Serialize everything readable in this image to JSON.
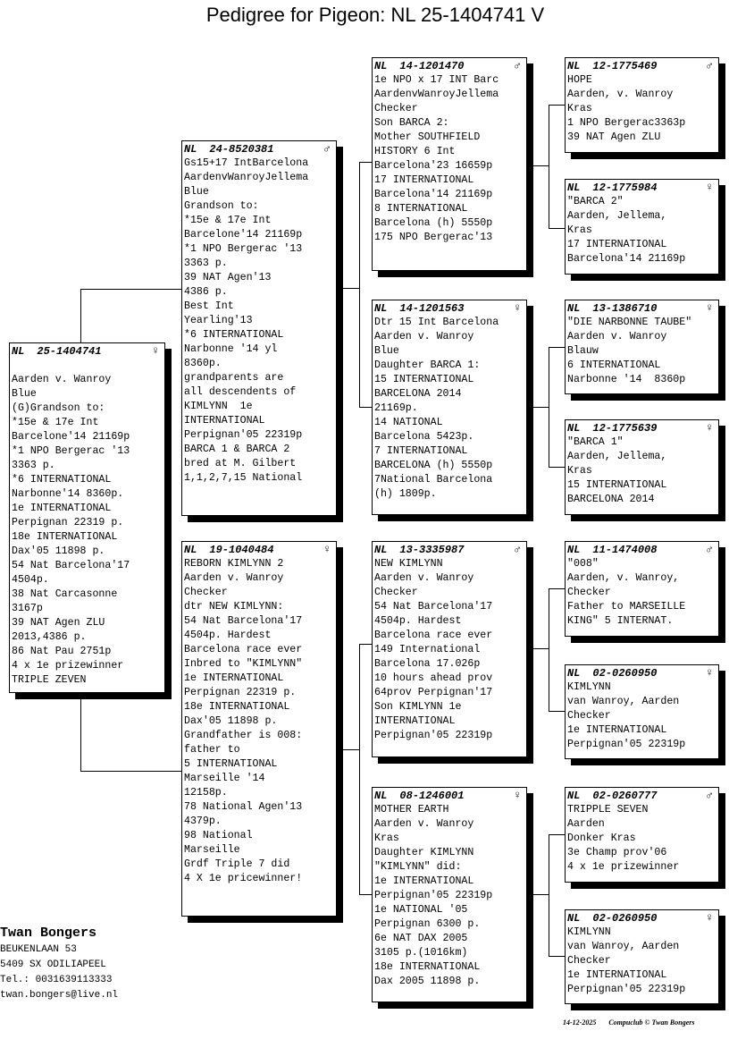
{
  "title": "Pedigree for Pigeon: NL  25-1404741 V",
  "birds": [
    {
      "country": "NL",
      "ring": "25-1404741",
      "sex": "♀",
      "lines": [
        "",
        "Aarden v. Wanroy",
        "Blue",
        "(G)Grandson to:",
        "*15e & 17e Int",
        "Barcelone'14 21169p",
        "*1 NPO Bergerac '13",
        "3363 p.",
        "*6 INTERNATIONAL",
        "Narbonne'14 8360p.",
        "1e INTERNATIONAL",
        "Perpignan 22319 p.",
        "18e INTERNATIONAL",
        "Dax'05 11898 p.",
        "54 Nat Barcelona'17",
        "4504p.",
        "38 Nat Carcasonne",
        "3167p",
        "39 NAT Agen ZLU",
        "2013,4386 p.",
        "86 Nat Pau 2751p",
        "4 x 1e prizewinner",
        "TRIPLE ZEVEN"
      ]
    },
    {
      "country": "NL",
      "ring": "24-8520381",
      "sex": "♂",
      "lines": [
        "Gs15+17 IntBarcelona",
        "AardenvWanroyJellema",
        "Blue",
        "Grandson to:",
        "*15e & 17e Int",
        "Barcelone'14 21169p",
        "*1 NPO Bergerac '13",
        "3363 p.",
        "39 NAT Agen'13",
        "4386 p.",
        "Best Int",
        "Yearling'13",
        "*6 INTERNATIONAL",
        "Narbonne '14 yl",
        "8360p.",
        "grandparents are",
        "all descendents of",
        "KIMLYNN  1e",
        "INTERNATIONAL",
        "Perpignan'05 22319p",
        "BARCA 1 & BARCA 2",
        "bred at M. Gilbert",
        "1,1,2,7,15 National"
      ]
    },
    {
      "country": "NL",
      "ring": "19-1040484",
      "sex": "♀",
      "lines": [
        "REBORN KIMLYNN 2",
        "Aarden v. Wanroy",
        "Checker",
        "dtr NEW KIMLYNN:",
        "54 Nat Barcelona'17",
        "4504p. Hardest",
        "Barcelona race ever",
        "Inbred to \"KIMLYNN\"",
        "1e INTERNATIONAL",
        "Perpignan 22319 p.",
        "18e INTERNATIONAL",
        "Dax'05 11898 p.",
        "Grandfather is 008:",
        "father to",
        "5 INTERNATIONAL",
        "Marseille '14",
        "12158p.",
        "78 National Agen'13",
        "4379p.",
        "98 National",
        "Marseille",
        "Grdf Triple 7 did",
        "4 X 1e pricewinner!"
      ]
    },
    {
      "country": "NL",
      "ring": "14-1201470",
      "sex": "♂",
      "lines": [
        "1e NPO x 17 INT Barc",
        "AardenvWanroyJellema",
        "Checker",
        "Son BARCA 2:",
        "Mother SOUTHFIELD",
        "HISTORY 6 Int",
        "Barcelona'23 16659p",
        "17 INTERNATIONAL",
        "Barcelona'14 21169p",
        "8 INTERNATIONAL",
        "Barcelona (h) 5550p",
        "175 NPO Bergerac'13"
      ]
    },
    {
      "country": "NL",
      "ring": "14-1201563",
      "sex": "♀",
      "lines": [
        "Dtr 15 Int Barcelona",
        "Aarden v. Wanroy",
        "Blue",
        "Daughter BARCA 1:",
        "15 INTERNATIONAL",
        "BARCELONA 2014",
        "21169p.",
        "14 NATIONAL",
        "Barcelona 5423p.",
        "7 INTERNATIONAL",
        "BARCELONA (h) 5550p",
        "7National Barcelona",
        "(h) 1809p."
      ]
    },
    {
      "country": "NL",
      "ring": "13-3335987",
      "sex": "♂",
      "lines": [
        "NEW KIMLYNN",
        "Aarden v. Wanroy",
        "Checker",
        "54 Nat Barcelona'17",
        "4504p. Hardest",
        "Barcelona race ever",
        "149 International",
        "Barcelona 17.026p",
        "10 hours ahead prov",
        "64prov Perpignan'17",
        "Son KIMLYNN 1e",
        "INTERNATIONAL",
        "Perpignan'05 22319p"
      ]
    },
    {
      "country": "NL",
      "ring": "08-1246001",
      "sex": "♀",
      "lines": [
        "MOTHER EARTH",
        "Aarden v. Wanroy",
        "Kras",
        "Daughter KIMLYNN",
        "\"KIMLYNN\" did:",
        "1e INTERNATIONAL",
        "Perpignan'05 22319p",
        "1e NATIONAL '05",
        "Perpignan 6300 p.",
        "6e NAT DAX 2005",
        "3105 p.(1016km)",
        "18e INTERNATIONAL",
        "Dax 2005 11898 p."
      ]
    },
    {
      "country": "NL",
      "ring": "12-1775469",
      "sex": "♂",
      "lines": [
        "HOPE",
        "Aarden, v. Wanroy",
        "Kras",
        "1 NPO Bergerac3363p",
        "39 NAT Agen ZLU"
      ]
    },
    {
      "country": "NL",
      "ring": "12-1775984",
      "sex": "♀",
      "lines": [
        "\"BARCA 2\"",
        "Aarden, Jellema,",
        "Kras",
        "17 INTERNATIONAL",
        "Barcelona'14 21169p"
      ]
    },
    {
      "country": "NL",
      "ring": "13-1386710",
      "sex": "♀",
      "lines": [
        "\"DIE NARBONNE TAUBE\"",
        "Aarden v. Wanroy",
        "Blauw",
        "6 INTERNATIONAL",
        "Narbonne '14  8360p"
      ]
    },
    {
      "country": "NL",
      "ring": "12-1775639",
      "sex": "♀",
      "lines": [
        "\"BARCA 1\"",
        "Aarden, Jellema,",
        "Kras",
        "15 INTERNATIONAL",
        "BARCELONA 2014"
      ]
    },
    {
      "country": "NL",
      "ring": "11-1474008",
      "sex": "♂",
      "lines": [
        "\"008\"",
        "Aarden, v. Wanroy,",
        "Checker",
        "Father to MARSEILLE",
        "KING\" 5 INTERNAT."
      ]
    },
    {
      "country": "NL",
      "ring": "02-0260950",
      "sex": "♀",
      "lines": [
        "KIMLYNN",
        "van Wanroy, Aarden",
        "Checker",
        "1e INTERNATIONAL",
        "Perpignan'05 22319p"
      ]
    },
    {
      "country": "NL",
      "ring": "02-0260777",
      "sex": "♂",
      "lines": [
        "TRIPPLE SEVEN",
        "Aarden",
        "Donker Kras",
        "3e Champ prov'06",
        "4 x 1e prizewinner"
      ]
    },
    {
      "country": "NL",
      "ring": "02-0260950",
      "sex": "♀",
      "lines": [
        "KIMLYNN",
        "van Wanroy, Aarden",
        "Checker",
        "1e INTERNATIONAL",
        "Perpignan'05 22319p"
      ]
    }
  ],
  "owner": {
    "name": "Twan Bongers",
    "address": "BEUKENLAAN 53",
    "city": "5409 SX  ODILIAPEEL",
    "phone": "Tel.: 0031639113333",
    "email": "twan.bongers@live.nl"
  },
  "footer": {
    "date": "14-12-2025",
    "credit": "Compuclub © Twan Bongers"
  }
}
